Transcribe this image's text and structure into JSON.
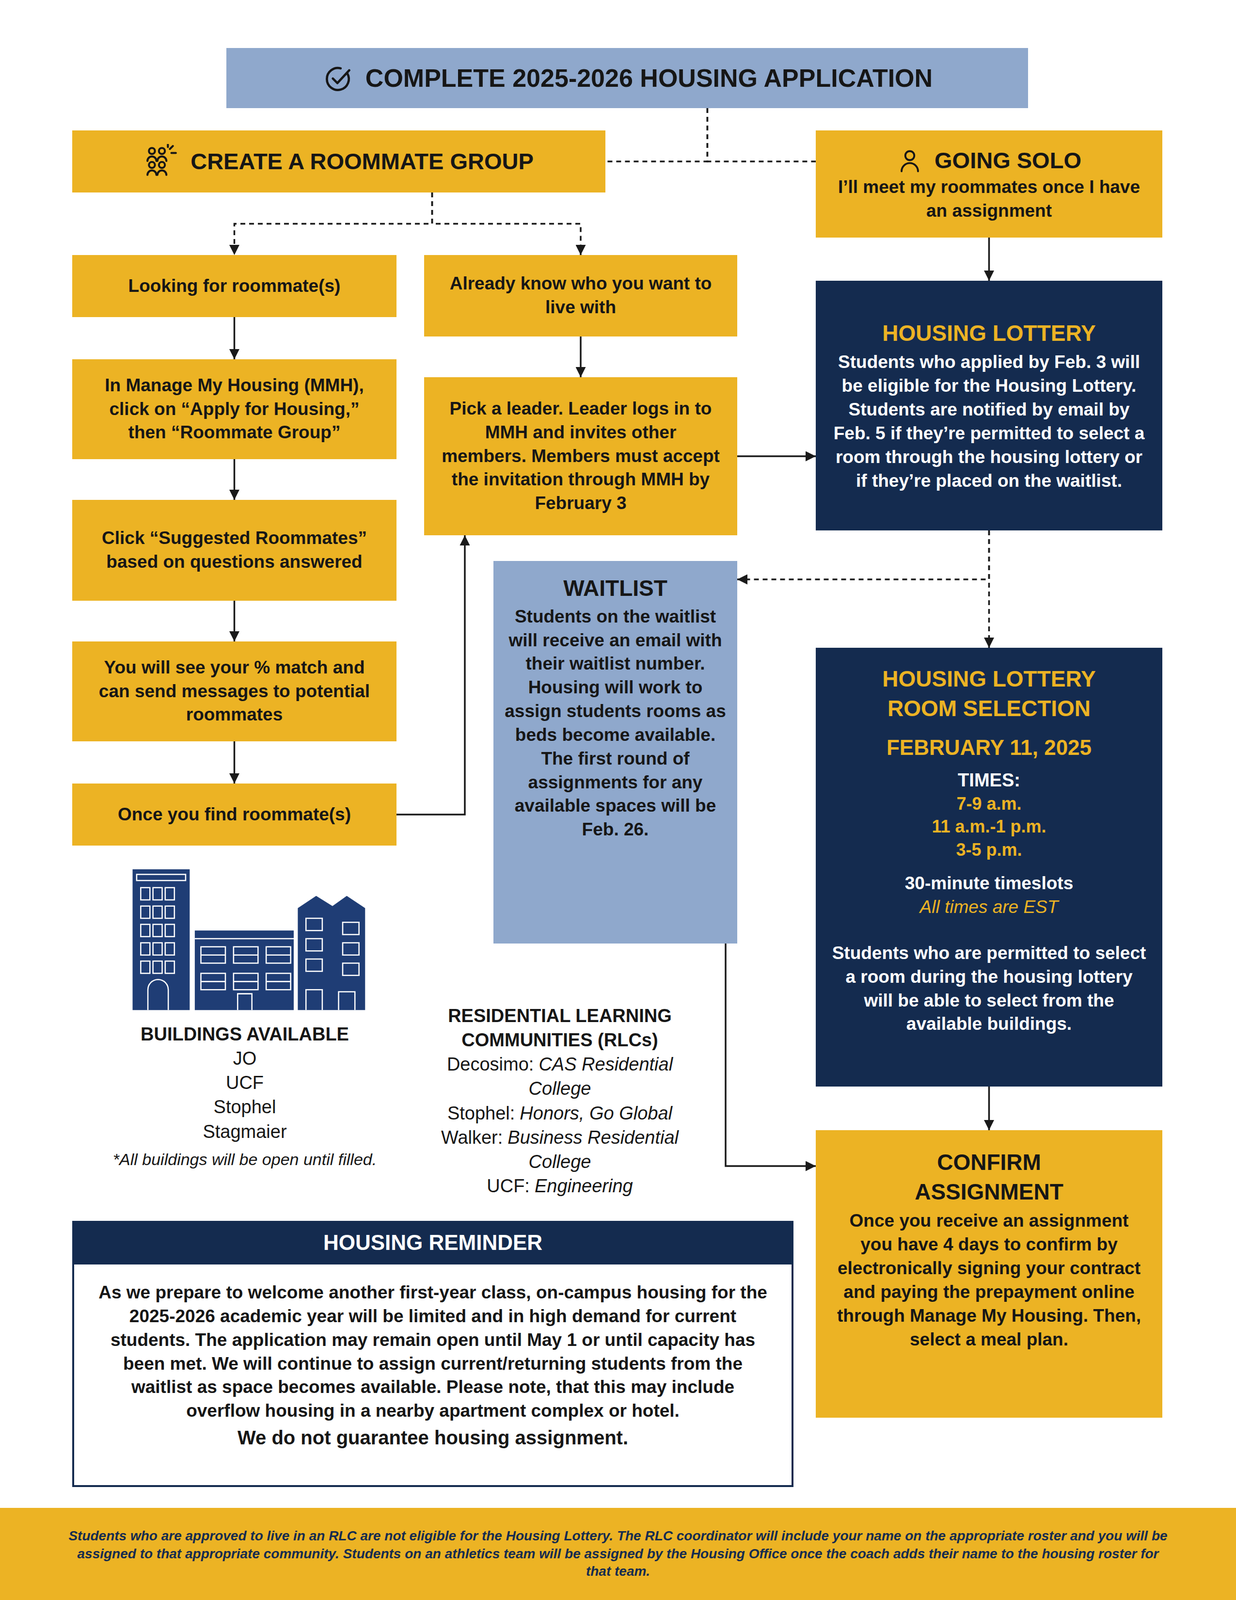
{
  "diagram": {
    "nodes": [
      {
        "text": [
          "COMPLETE 2025-2026 HOUSING APPLICATION"
        ]
      },
      {
        "text": [
          "CREATE A ROOMMATE GROUP"
        ]
      },
      {
        "text": [
          "GOING SOLO",
          "I’ll meet my roommates once I have an assignment"
        ]
      },
      {
        "text": [
          "Looking for roommate(s)"
        ]
      },
      {
        "text": [
          "Already know who you want to live with"
        ]
      },
      {
        "text": [
          "In Manage My Housing (MMH), click on “Apply for Housing,” then “Roommate Group”"
        ]
      },
      {
        "text": [
          "Pick a leader. Leader logs in to MMH and invites other members. Members must accept the invitation through MMH by February 3"
        ]
      },
      {
        "text": [
          "HOUSING LOTTERY",
          "Students who applied by Feb. 3 will be eligible for the Housing Lottery. Students are notified by email by Feb. 5 if they’re permitted to select a room through the housing lottery or if they’re placed on the waitlist."
        ]
      },
      {
        "text": [
          "Click “Suggested Roommates” based on questions answered"
        ]
      },
      {
        "text": [
          "WAITLIST",
          "Students on the waitlist will receive an email with their waitlist number. Housing will work to assign students rooms as beds become available. The first round of assignments for any available spaces will be Feb. 26."
        ]
      },
      {
        "text": [
          "HOUSING LOTTERY ROOM SELECTION",
          "FEBRUARY 11, 2025",
          "TIMES:",
          "7-9 a.m.",
          "11 a.m.-1 p.m.",
          "3-5 p.m.",
          "30-minute timeslots",
          "All times are EST",
          "Students who are permitted to select a room during the housing lottery will be able to select from the available buildings."
        ]
      },
      {
        "text": [
          "You will see your % match and can send messages to potential roommates"
        ]
      },
      {
        "text": [
          "Once you find roommate(s)"
        ]
      },
      {
        "text": [
          "CONFIRM ASSIGNMENT",
          "Once you receive an assignment you have 4 days to confirm by electronically signing your contract and paying the prepayment online through Manage My Housing. Then, select a meal plan."
        ]
      },
      {
        "text": [
          "HOUSING REMINDER",
          "As we prepare to welcome another first-year class, on-campus housing for the 2025-2026 academic year will be limited and in high demand for current students. The application may remain open until May 1 or until capacity has been met. We will continue to assign current/returning students from the waitlist as space becomes available. Please note, that this may include overflow housing in a nearby apartment complex or hotel.",
          "We do not guarantee housing assignment."
        ]
      },
      {
        "text": [
          "Students who are approved to live in an RLC are not eligible for the Housing Lottery. The RLC coordinator will include your name on the appropriate roster and you will be assigned to that appropriate community. Students on an athletics team will be assigned by the Housing Office once the coach adds their name to the housing roster for that team."
        ]
      }
    ],
    "edges": [
      {
        "from": 0,
        "to": 1,
        "arrow": "none"
      },
      {
        "from": 0,
        "to": 2,
        "arrow": "none"
      },
      {
        "from": 1,
        "to": 3,
        "arrow": "to"
      },
      {
        "from": 1,
        "to": 4,
        "arrow": "to"
      },
      {
        "from": 2,
        "to": 7,
        "arrow": "to"
      },
      {
        "from": 3,
        "to": 5,
        "arrow": "to"
      },
      {
        "from": 5,
        "to": 8,
        "arrow": "to"
      },
      {
        "from": 8,
        "to": 11,
        "arrow": "to"
      },
      {
        "from": 11,
        "to": 12,
        "arrow": "to"
      },
      {
        "from": 4,
        "to": 6,
        "arrow": "to"
      },
      {
        "from": 12,
        "to": 6,
        "arrow": "to"
      },
      {
        "from": 6,
        "to": 7,
        "arrow": "to"
      },
      {
        "from": 7,
        "to": 9,
        "arrow": "to"
      },
      {
        "from": 7,
        "to": 10,
        "arrow": "to"
      },
      {
        "from": 9,
        "to": 13,
        "arrow": "to"
      },
      {
        "from": 10,
        "to": 13,
        "arrow": "to"
      }
    ],
    "labels": [
      "BUILDINGS AVAILABLE",
      "JO",
      "UCF",
      "Stophel",
      "Stagmaier",
      "*All buildings will be open until filled.",
      "RESIDENTIAL LEARNING COMMUNITIES (RLCs)",
      "Decosimo:",
      "CAS Residential College",
      "Stophel:",
      "Honors, Go Global",
      "Walker:",
      "Business Residential College",
      "UCF:",
      "Engineering"
    ]
  }
}
